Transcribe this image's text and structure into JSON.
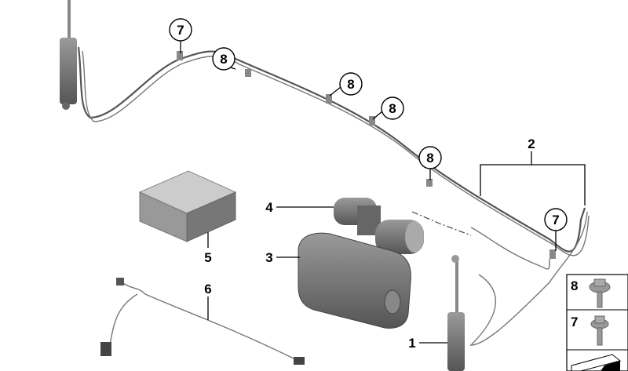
{
  "callouts": {
    "c7a": "7",
    "c8a": "8",
    "c8b": "8",
    "c8c": "8",
    "c8d": "8",
    "c7b": "7",
    "c2": "2",
    "c4": "4",
    "c3": "3",
    "c5": "5",
    "c6": "6",
    "c1": "1"
  },
  "legend": {
    "item8": "8",
    "item7": "7"
  }
}
